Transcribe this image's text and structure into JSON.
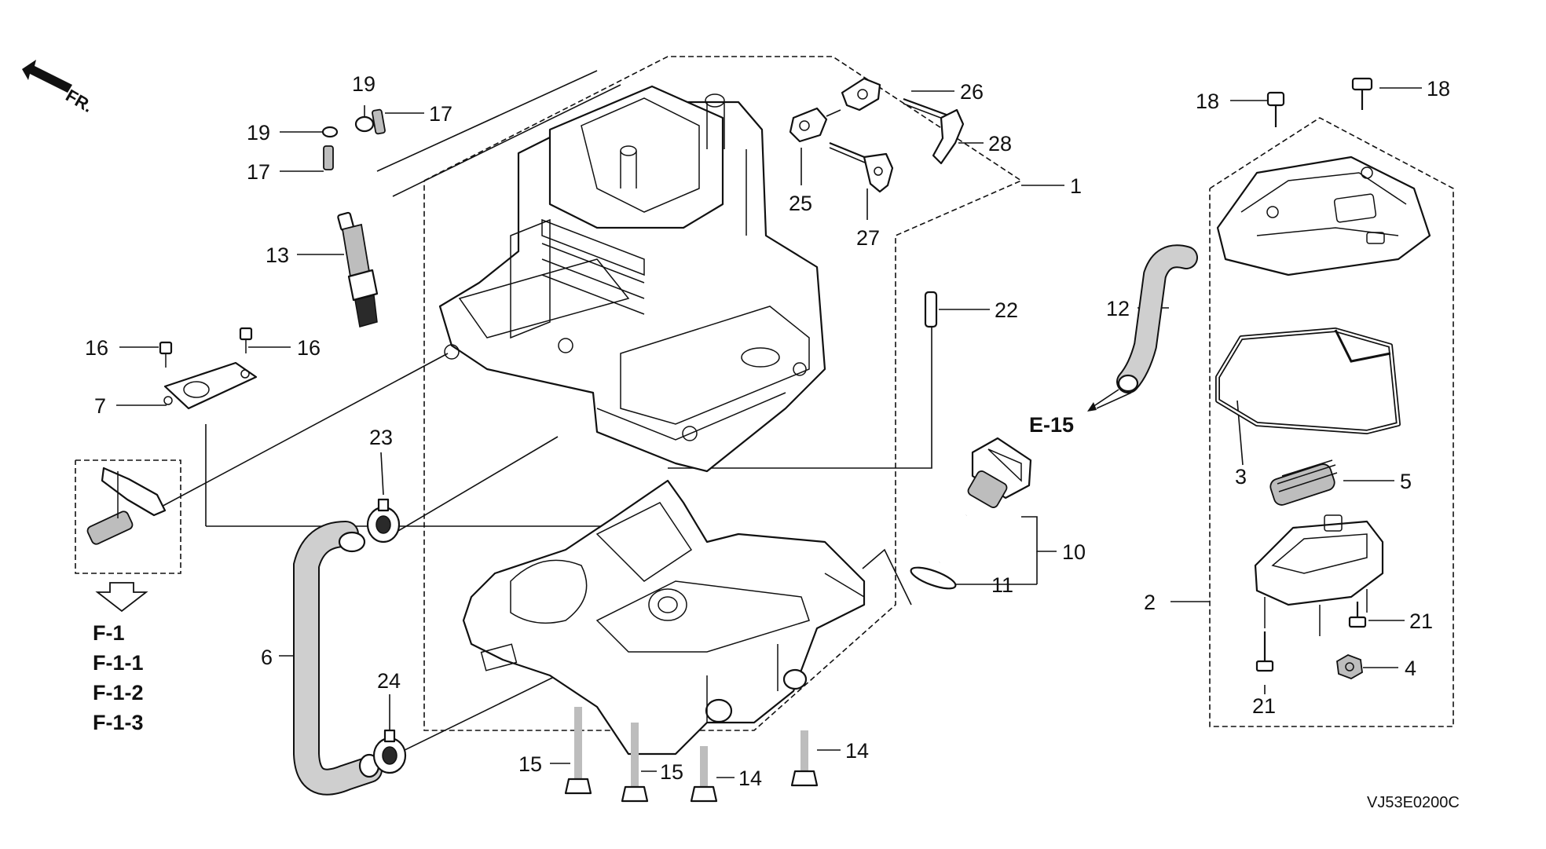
{
  "direction_marker": {
    "text": "FR.",
    "icon": "front-arrow-icon"
  },
  "callouts": [
    {
      "id": "c1",
      "text": "1"
    },
    {
      "id": "c2",
      "text": "2"
    },
    {
      "id": "c3",
      "text": "3"
    },
    {
      "id": "c4",
      "text": "4"
    },
    {
      "id": "c5",
      "text": "5"
    },
    {
      "id": "c6",
      "text": "6"
    },
    {
      "id": "c7",
      "text": "7"
    },
    {
      "id": "c10",
      "text": "10"
    },
    {
      "id": "c11",
      "text": "11"
    },
    {
      "id": "c12",
      "text": "12"
    },
    {
      "id": "c13",
      "text": "13"
    },
    {
      "id": "c14a",
      "text": "14"
    },
    {
      "id": "c14b",
      "text": "14"
    },
    {
      "id": "c15a",
      "text": "15"
    },
    {
      "id": "c15b",
      "text": "15"
    },
    {
      "id": "c16a",
      "text": "16"
    },
    {
      "id": "c16b",
      "text": "16"
    },
    {
      "id": "c17a",
      "text": "17"
    },
    {
      "id": "c17b",
      "text": "17"
    },
    {
      "id": "c18a",
      "text": "18"
    },
    {
      "id": "c18b",
      "text": "18"
    },
    {
      "id": "c19a",
      "text": "19"
    },
    {
      "id": "c19b",
      "text": "19"
    },
    {
      "id": "c21a",
      "text": "21"
    },
    {
      "id": "c21b",
      "text": "21"
    },
    {
      "id": "c22",
      "text": "22"
    },
    {
      "id": "c23",
      "text": "23"
    },
    {
      "id": "c24",
      "text": "24"
    },
    {
      "id": "c25",
      "text": "25"
    },
    {
      "id": "c26",
      "text": "26"
    },
    {
      "id": "c27",
      "text": "27"
    },
    {
      "id": "c28",
      "text": "28"
    }
  ],
  "section_refs": {
    "e15": "E-15",
    "f_refs": [
      "F-1",
      "F-1-1",
      "F-1-2",
      "F-1-3"
    ]
  },
  "diagram_code": "VJ53E0200C",
  "colors": {
    "ink": "#111111",
    "paper": "#ffffff",
    "hatch": "#bdbdbd"
  }
}
